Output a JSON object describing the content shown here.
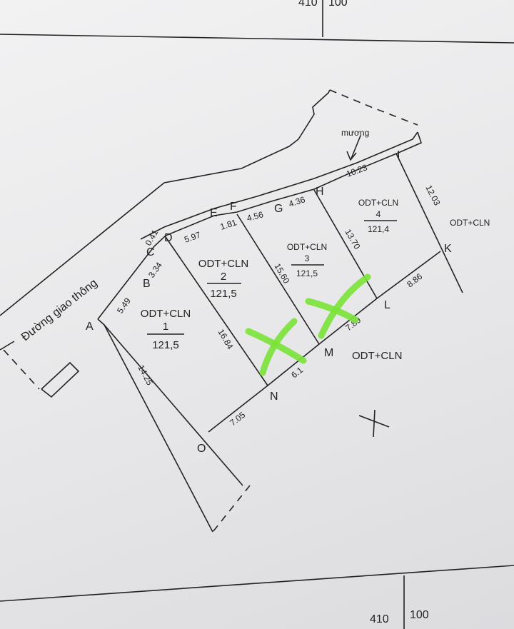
{
  "sheet": {
    "top_left": "410",
    "top_right": "100",
    "bottom_left": "410",
    "bottom_right": "100"
  },
  "road_label": "Đường giao thông",
  "canal_label": "mương",
  "points": {
    "A": "A",
    "B": "B",
    "C": "C",
    "D": "D",
    "E": "E",
    "F": "F",
    "G": "G",
    "H": "H",
    "I": "I",
    "K": "K",
    "L": "L",
    "M": "M",
    "N": "N",
    "O": "O"
  },
  "edges": {
    "AB": "5.49",
    "BC": "3.34",
    "CD": "0.41",
    "DE": "5.97",
    "EF": "1.81",
    "FG": "4.56",
    "GH": "4.36",
    "HI": "10.23",
    "IK": "12.03",
    "KL": "8.86",
    "LM": "7.89",
    "MN": "6.1",
    "NO": "7.05",
    "AO": "14.25",
    "DN": "16.84",
    "FM": "15.60",
    "HL": "13.70"
  },
  "plots": [
    {
      "use": "ODT+CLN",
      "number": "1",
      "area": "121,5"
    },
    {
      "use": "ODT+CLN",
      "number": "2",
      "area": "121,5"
    },
    {
      "use": "ODT+CLN",
      "number": "3",
      "area": "121,5"
    },
    {
      "use": "ODT+CLN",
      "number": "4",
      "area": "121,4"
    }
  ],
  "neighbors": {
    "right": "ODT+CLN",
    "bottom": "ODT+CLN"
  },
  "marks": {
    "color": "#7be33a",
    "count": 2
  }
}
